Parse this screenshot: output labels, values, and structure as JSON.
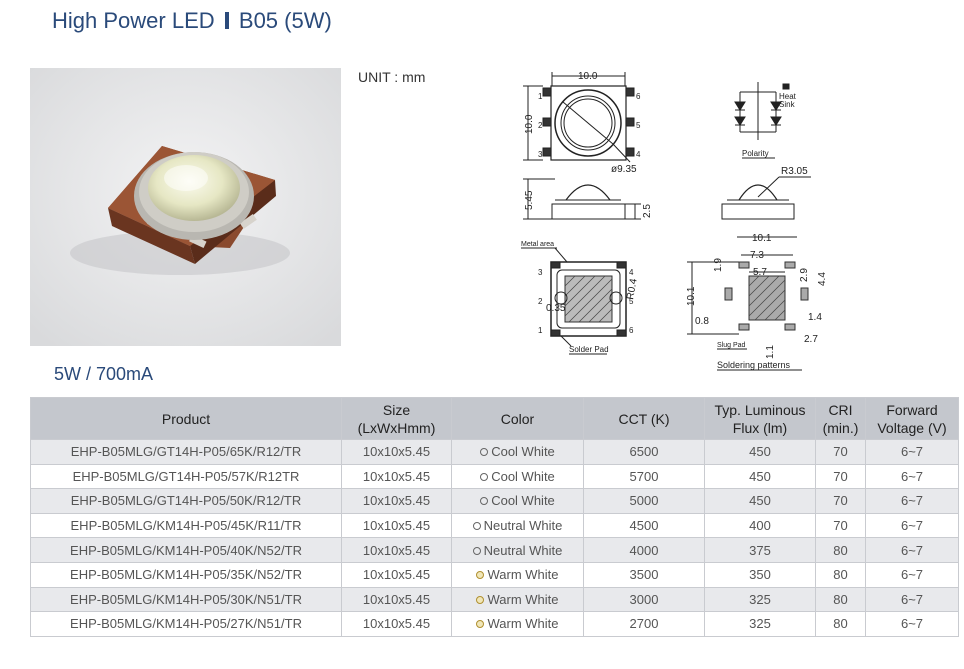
{
  "header": {
    "title_part1": "High Power LED",
    "title_part2": "B05 (5W)"
  },
  "unit_label": "UNIT : mm",
  "subtitle": "5W / 700mA",
  "drawing": {
    "top_width": "10.0",
    "top_height": "10.0",
    "diameter": "ø9.35",
    "side_height": "5.45",
    "side_base": "2.5",
    "radius": "R3.05",
    "heat_sink": "Heat",
    "heat_sink2": "Sink",
    "polarity": "Polarity",
    "metal_area": "Metal area",
    "r04": "R0.4",
    "d035": "0.35",
    "solder_pad": "Solder Pad",
    "sp_101w": "10.1",
    "sp_73": "7.3",
    "sp_57": "5.7",
    "sp_19": "1.9",
    "sp_29": "2.9",
    "sp_44": "4.4",
    "sp_101h": "10.1",
    "sp_08": "0.8",
    "sp_14": "1.4",
    "sp_27": "2.7",
    "sp_11": "1.1",
    "slug_pad": "Slug Pad",
    "soldering_patterns": "Soldering patterns",
    "pins": [
      "1",
      "2",
      "3",
      "4",
      "5",
      "6"
    ]
  },
  "table": {
    "headers": [
      {
        "l1": "Product",
        "l2": ""
      },
      {
        "l1": "Size",
        "l2": "(LxWxHmm)"
      },
      {
        "l1": "Color",
        "l2": ""
      },
      {
        "l1": "CCT (K)",
        "l2": ""
      },
      {
        "l1": "Typ. Luminous",
        "l2": "Flux (lm)"
      },
      {
        "l1": "CRI",
        "l2": "(min.)"
      },
      {
        "l1": "Forward",
        "l2": "Voltage (V)"
      }
    ],
    "rows": [
      {
        "product": "EHP-B05MLG/GT14H-P05/65K/R12/TR",
        "size": "10x10x5.45",
        "color": "Cool White",
        "tone": "cool",
        "cct": "6500",
        "flux": "450",
        "cri": "70",
        "vf": "6~7"
      },
      {
        "product": "EHP-B05MLG/GT14H-P05/57K/R12TR",
        "size": "10x10x5.45",
        "color": "Cool White",
        "tone": "cool",
        "cct": "5700",
        "flux": "450",
        "cri": "70",
        "vf": "6~7"
      },
      {
        "product": "EHP-B05MLG/GT14H-P05/50K/R12/TR",
        "size": "10x10x5.45",
        "color": "Cool White",
        "tone": "cool",
        "cct": "5000",
        "flux": "450",
        "cri": "70",
        "vf": "6~7"
      },
      {
        "product": "EHP-B05MLG/KM14H-P05/45K/R11/TR",
        "size": "10x10x5.45",
        "color": "Neutral White",
        "tone": "neutral",
        "cct": "4500",
        "flux": "400",
        "cri": "70",
        "vf": "6~7"
      },
      {
        "product": "EHP-B05MLG/KM14H-P05/40K/N52/TR",
        "size": "10x10x5.45",
        "color": "Neutral White",
        "tone": "neutral",
        "cct": "4000",
        "flux": "375",
        "cri": "80",
        "vf": "6~7"
      },
      {
        "product": "EHP-B05MLG/KM14H-P05/35K/N52/TR",
        "size": "10x10x5.45",
        "color": "Warm White",
        "tone": "warm",
        "cct": "3500",
        "flux": "350",
        "cri": "80",
        "vf": "6~7"
      },
      {
        "product": "EHP-B05MLG/KM14H-P05/30K/N51/TR",
        "size": "10x10x5.45",
        "color": "Warm White",
        "tone": "warm",
        "cct": "3000",
        "flux": "325",
        "cri": "80",
        "vf": "6~7"
      },
      {
        "product": "EHP-B05MLG/KM14H-P05/27K/N51/TR",
        "size": "10x10x5.45",
        "color": "Warm White",
        "tone": "warm",
        "cct": "2700",
        "flux": "325",
        "cri": "80",
        "vf": "6~7"
      }
    ]
  }
}
